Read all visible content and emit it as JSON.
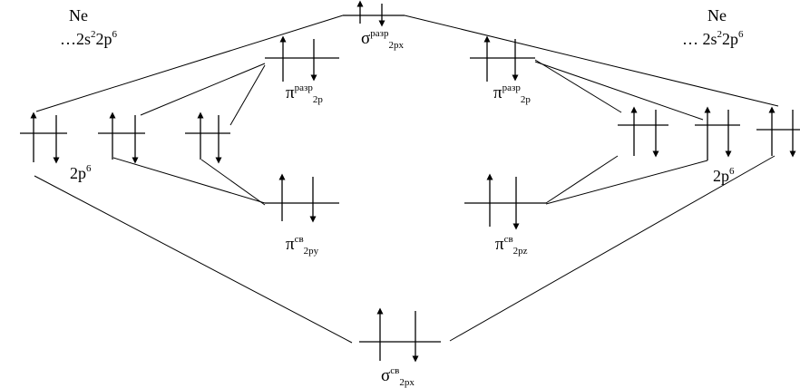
{
  "left_atom": {
    "symbol": "Ne",
    "config_prefix": "…2s",
    "config_s_exp": "2",
    "config_p": "2p",
    "config_p_exp": "6",
    "orbital_label": "2p",
    "orbital_label_exp": "6"
  },
  "right_atom": {
    "symbol": "Ne",
    "config_prefix": "… 2s",
    "config_s_exp": "2",
    "config_p": "2p",
    "config_p_exp": "6",
    "orbital_label": "2p",
    "orbital_label_exp": "6"
  },
  "mo": {
    "sigma_antibonding": {
      "symbol": "σ",
      "sup": "разр",
      "sub": "2px"
    },
    "pi_antibonding_left": {
      "symbol": "π",
      "sup": "разр",
      "sub": "2p"
    },
    "pi_antibonding_right": {
      "symbol": "π",
      "sup": "разр",
      "sub": "2p"
    },
    "pi_bonding_left": {
      "symbol": "π",
      "sup": "св",
      "sub": "2py"
    },
    "pi_bonding_right": {
      "symbol": "π",
      "sup": "св",
      "sub": "2pz"
    },
    "sigma_bonding": {
      "symbol": "σ",
      "sup": "св",
      "sub": "2px"
    }
  },
  "colors": {
    "ink": "#000000",
    "background": "#ffffff"
  }
}
